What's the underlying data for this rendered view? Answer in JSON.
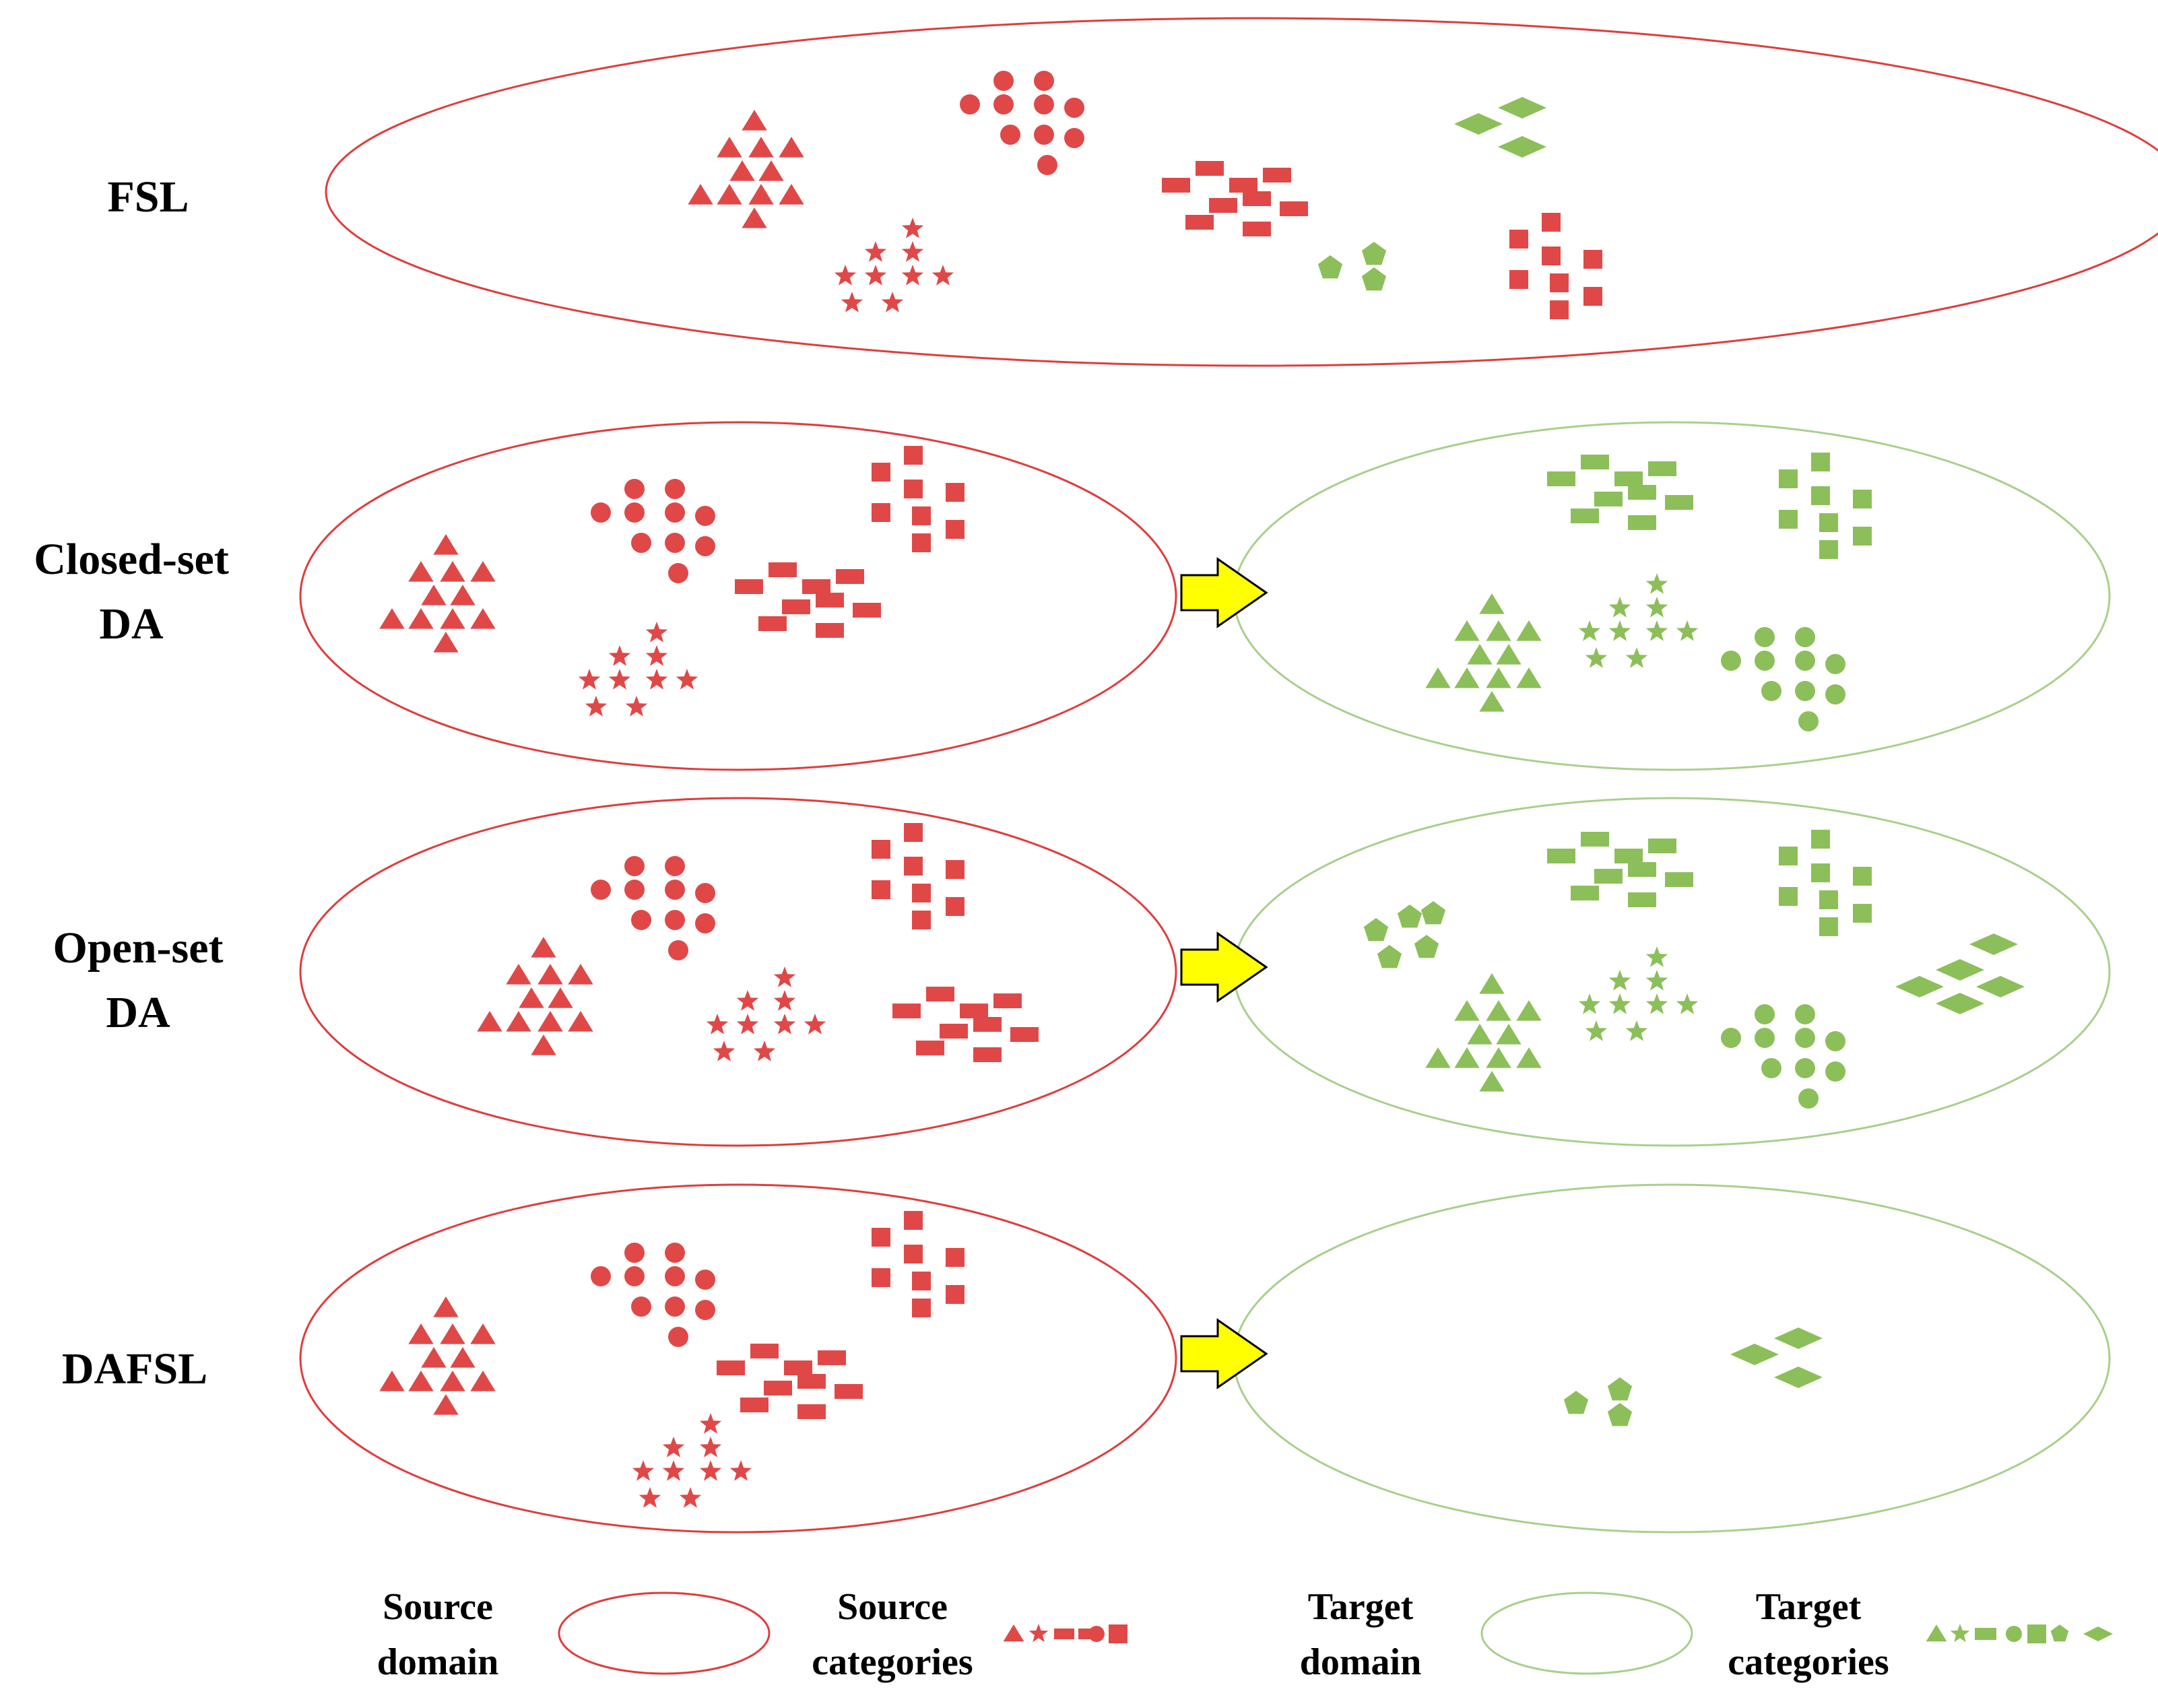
{
  "rows": [
    {
      "label_line1": "FSL",
      "label_line2": ""
    },
    {
      "label_line1": "Closed-set",
      "label_line2": "DA"
    },
    {
      "label_line1": "Open-set",
      "label_line2": "DA"
    },
    {
      "label_line1": "DAFSL",
      "label_line2": ""
    }
  ],
  "legend": {
    "source_domain": {
      "line1": "Source",
      "line2": "domain"
    },
    "source_categories": {
      "line1": "Source",
      "line2": "categories"
    },
    "target_domain": {
      "line1": "Target",
      "line2": "domain"
    },
    "target_categories": {
      "line1": "Target",
      "line2": "categories"
    }
  },
  "colors": {
    "source": "#e04848",
    "target": "#8cbf5a",
    "source_outline": "#e03c3c",
    "target_outline": "#a8d08c",
    "arrow_fill": "#ffff00",
    "arrow_stroke": "#000000"
  },
  "icons": {
    "category_shapes": [
      "triangle",
      "star",
      "rectangle",
      "circle",
      "pentagon",
      "diamond"
    ],
    "arrow": "yellow-right-arrow"
  }
}
